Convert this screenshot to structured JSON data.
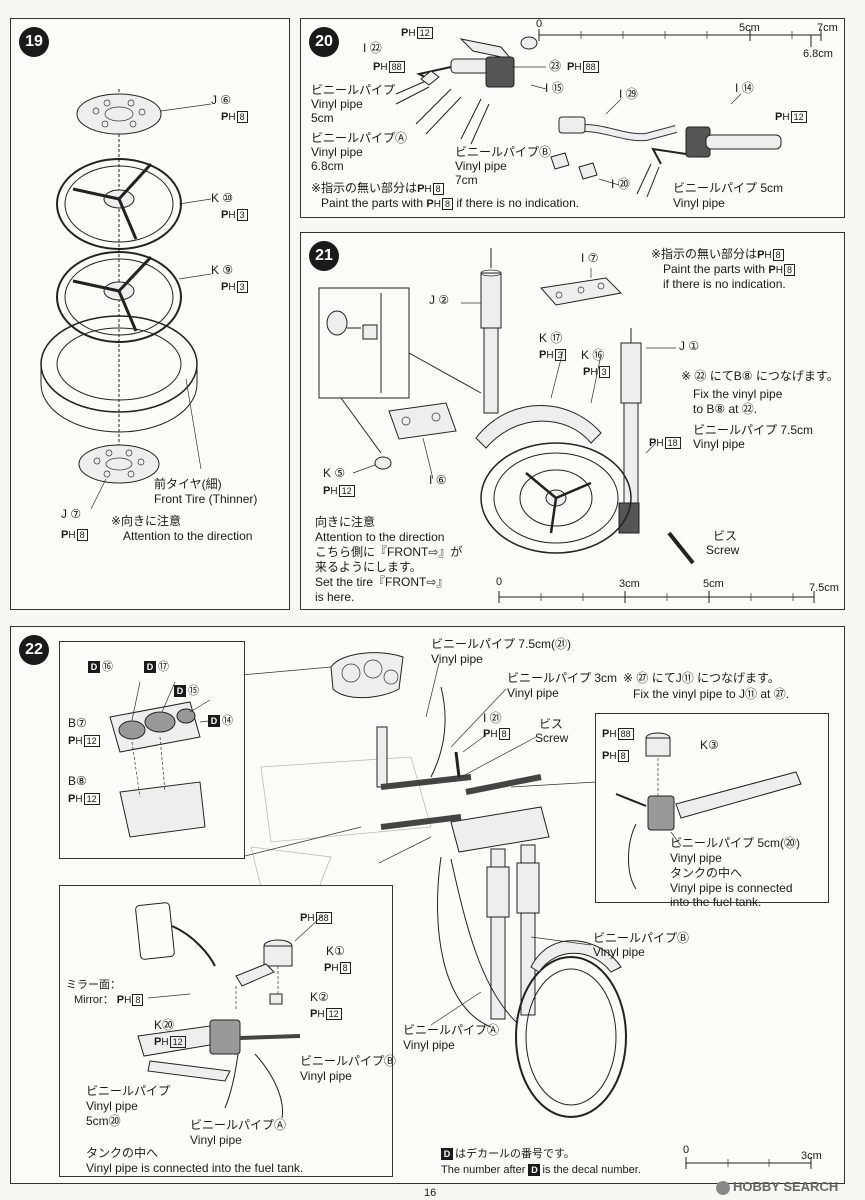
{
  "page_number": "16",
  "watermark": "HOBBY SEARCH",
  "step19": {
    "number": "19",
    "callouts": [
      {
        "part": "J",
        "num": "⑥",
        "color_code": "8"
      },
      {
        "part": "K",
        "num": "⑩",
        "color_code": "3"
      },
      {
        "part": "K",
        "num": "⑨",
        "color_code": "3"
      },
      {
        "part": "J",
        "num": "⑦",
        "color_code": "8"
      }
    ],
    "tire_jp": "前タイヤ(細)",
    "tire_en": "Front Tire (Thinner)",
    "note_jp": "※向きに注意",
    "note_en": "Attention to the direction"
  },
  "step20": {
    "number": "20",
    "callouts": [
      {
        "part": "I",
        "num": "㉒"
      },
      {
        "part": "",
        "num": "㉓"
      },
      {
        "part": "I",
        "num": "⑮"
      },
      {
        "part": "I",
        "num": "㉙"
      },
      {
        "part": "I",
        "num": "⑭"
      },
      {
        "part": "I",
        "num": "⑳"
      }
    ],
    "color_codes": [
      "12",
      "88",
      "88",
      "12"
    ],
    "vinyl1_jp": "ビニールパイプ",
    "vinyl1_en": "Vinyl pipe",
    "vinyl1_len": "5cm",
    "vinyl2_jp": "ビニールパイプⒶ",
    "vinyl2_en": "Vinyl pipe",
    "vinyl2_len": "6.8cm",
    "vinyl3_jp": "ビニールパイプⒷ",
    "vinyl3_en": "Vinyl pipe",
    "vinyl3_len": "7cm",
    "vinyl4_jp": "ビニールパイプ 5cm",
    "vinyl4_en": "Vinyl pipe",
    "note_jp": "※指示の無い部分は",
    "note_en": "Paint the parts with",
    "note_en2": "if there is no indication.",
    "note_code": "8",
    "ruler": {
      "start": "0",
      "mid": "5cm",
      "end": "7cm",
      "extra": "6.8cm"
    }
  },
  "step21": {
    "number": "21",
    "callouts": [
      {
        "part": "J",
        "num": "②"
      },
      {
        "part": "I",
        "num": "⑦"
      },
      {
        "part": "K",
        "num": "⑰",
        "color_code": "3"
      },
      {
        "part": "K",
        "num": "⑯",
        "color_code": "3"
      },
      {
        "part": "J",
        "num": "①"
      },
      {
        "part": "K",
        "num": "⑤",
        "color_code": "12"
      },
      {
        "part": "I",
        "num": "⑥"
      }
    ],
    "note_jp": "※指示の無い部分は",
    "note_en": "Paint the parts with",
    "note_en2": "if there is no indication.",
    "note_code": "8",
    "connect_jp": "※ ㉒ にてB⑧ につなげます。",
    "connect_en1": "Fix the vinyl pipe",
    "connect_en2": "to B⑧ at ㉒.",
    "vinyl_jp": "ビニールパイプ 7.5cm",
    "vinyl_en": "Vinyl pipe",
    "vinyl_code": "18",
    "screw_jp": "ビス",
    "screw_en": "Screw",
    "dir_jp": "向きに注意",
    "dir_en": "Attention to the direction",
    "front_jp1": "こちら側に『FRONT⇨』が",
    "front_jp2": "来るようにします。",
    "front_en1": "Set the tire『FRONT⇨』",
    "front_en2": "is here.",
    "ruler": {
      "start": "0",
      "mid": "3cm",
      "m2": "5cm",
      "end": "7.5cm"
    }
  },
  "step22": {
    "number": "22",
    "decals": [
      {
        "id": "⑯"
      },
      {
        "id": "⑰"
      },
      {
        "id": "⑮"
      },
      {
        "id": "⑭"
      }
    ],
    "gauges": [
      {
        "part": "B",
        "num": "⑦",
        "color_code": "12"
      },
      {
        "part": "B",
        "num": "⑧",
        "color_code": "12"
      }
    ],
    "vinyl75_jp": "ビニールパイプ 7.5cm(㉑)",
    "vinyl75_en": "Vinyl pipe",
    "vinyl3_jp": "ビニールパイプ 3cm",
    "vinyl3_en": "Vinyl pipe",
    "connect_jp": "※ ㉗ にてJ⑪ につなげます。",
    "connect_en": "Fix the vinyl pipe to J⑪ at ㉗.",
    "part_i21": "I ㉑",
    "part_i21_code": "8",
    "screw_jp": "ビス",
    "screw_en": "Screw",
    "k3": "K③",
    "k3_codes": [
      "88",
      "8"
    ],
    "vinyl5_jp": "ビニールパイプ 5cm(⑳)",
    "vinyl5_en": "Vinyl pipe",
    "tank_jp": "タンクの中へ",
    "tank_en1": "Vinyl pipe is connected",
    "tank_en2": "into the fuel tank.",
    "vinylB_jp": "ビニールパイプⒷ",
    "vinylB_en": "Vinyl pipe",
    "vinylA_jp": "ビニールパイプⒶ",
    "vinylA_en": "Vinyl pipe",
    "mirror_jp": "ミラー面：",
    "mirror_en": "Mirror：",
    "mirror_code": "8",
    "k20": "K⑳",
    "k20_code": "12",
    "k1": "K①",
    "k1_codes": [
      "88",
      "8"
    ],
    "k2": "K②",
    "k2_code": "12",
    "inset_vinylB_jp": "ビニールパイプⒷ",
    "inset_vinylB_en": "Vinyl pipe",
    "inset_vinyl5_jp": "ビニールパイプ",
    "inset_vinyl5_en": "Vinyl pipe",
    "inset_vinyl5_len": "5cm⑳",
    "inset_vinylA_jp": "ビニールパイプⒶ",
    "inset_vinylA_en": "Vinyl pipe",
    "tank2_jp": "タンクの中へ",
    "tank2_en": "Vinyl pipe is connected into the fuel tank.",
    "decal_note_jp": "はデカールの番号です。",
    "decal_note_en1": "The number after",
    "decal_note_en2": "is the decal number.",
    "ruler": {
      "start": "0",
      "end": "3cm"
    }
  }
}
